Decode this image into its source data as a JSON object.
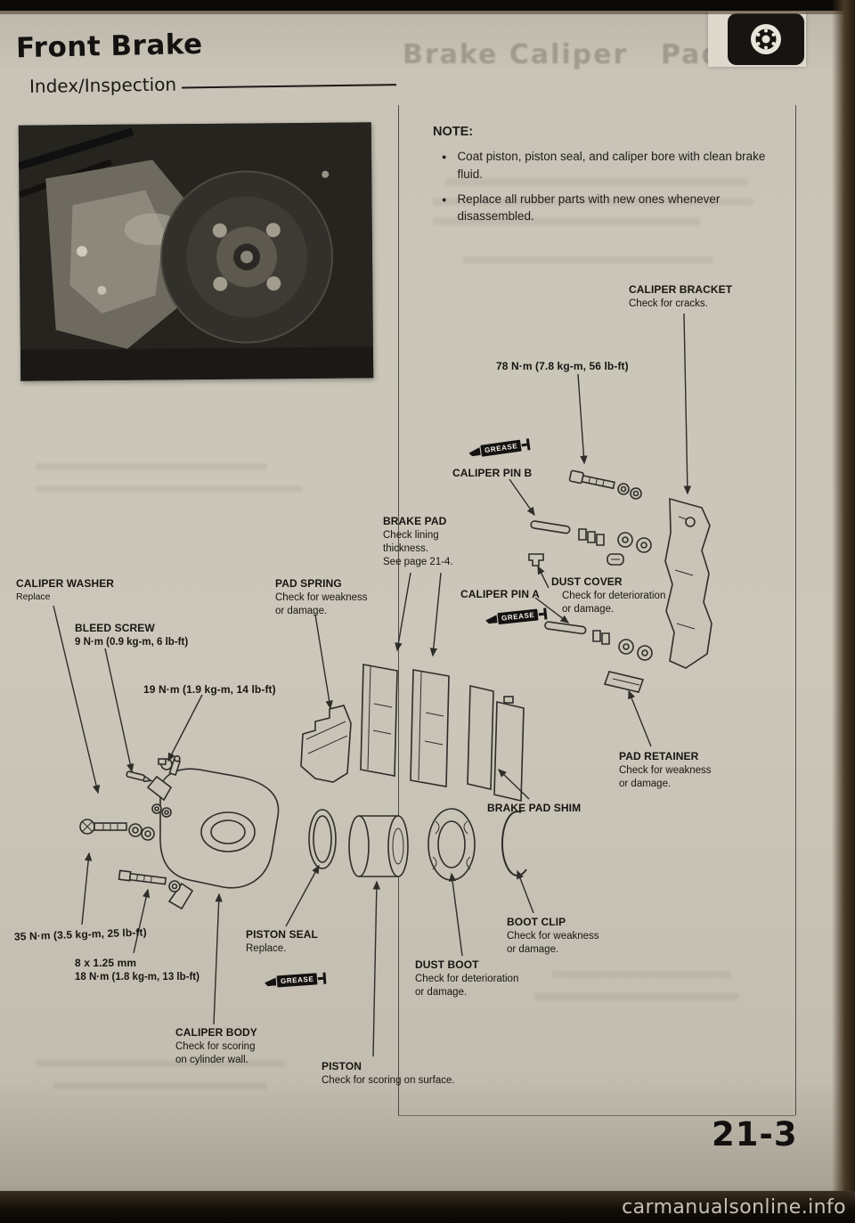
{
  "page": {
    "title": "Front Brake",
    "subtitle": "Index/Inspection",
    "page_number": "21-3",
    "watermark": "carmanualsonline.info"
  },
  "bleedthrough": {
    "line1": "Brake Caliper",
    "line2": "Pad"
  },
  "note": {
    "heading": "NOTE:",
    "items": [
      "Coat piston, piston seal, and caliper bore with clean brake fluid.",
      "Replace all rubber parts with new ones whenever disassembled."
    ]
  },
  "grease_label": "GREASE",
  "labels": [
    {
      "id": "caliper-bracket",
      "title": "CALIPER BRACKET",
      "lines": [
        "Check for cracks."
      ]
    },
    {
      "id": "torque-78",
      "title": "78 N·m (7.8 kg-m, 56 lb-ft)",
      "lines": []
    },
    {
      "id": "caliper-pin-b",
      "title": "CALIPER PIN B",
      "lines": []
    },
    {
      "id": "brake-pad",
      "title": "BRAKE PAD",
      "lines": [
        "Check lining",
        "thickness.",
        "See page 21-4."
      ]
    },
    {
      "id": "dust-cover",
      "title": "DUST COVER",
      "lines": [
        "Check for deterioration",
        "or damage."
      ]
    },
    {
      "id": "caliper-pin-a",
      "title": "CALIPER PIN A",
      "lines": []
    },
    {
      "id": "caliper-washer",
      "title": "CALIPER WASHER",
      "lines": [
        "Replace"
      ]
    },
    {
      "id": "pad-spring",
      "title": "PAD SPRING",
      "lines": [
        "Check for weakness",
        "or damage."
      ]
    },
    {
      "id": "bleed-screw",
      "title": "BLEED SCREW",
      "lines": [
        "9 N·m (0.9 kg-m, 6 lb-ft)"
      ]
    },
    {
      "id": "torque-19",
      "title": "19 N·m (1.9 kg-m, 14 lb-ft)",
      "lines": []
    },
    {
      "id": "pad-retainer",
      "title": "PAD RETAINER",
      "lines": [
        "Check for weakness",
        "or damage."
      ]
    },
    {
      "id": "brake-pad-shim",
      "title": "BRAKE PAD SHIM",
      "lines": []
    },
    {
      "id": "torque-35",
      "title": "35 N·m (3.5 kg-m, 25 lb-ft)",
      "lines": []
    },
    {
      "id": "bolt-spec",
      "title": "8 x 1.25 mm",
      "lines": [
        "18 N·m (1.8 kg-m, 13 lb-ft)"
      ]
    },
    {
      "id": "piston-seal",
      "title": "PISTON SEAL",
      "lines": [
        "Replace."
      ]
    },
    {
      "id": "boot-clip",
      "title": "BOOT CLIP",
      "lines": [
        "Check for weakness",
        "or damage."
      ]
    },
    {
      "id": "dust-boot",
      "title": "DUST BOOT",
      "lines": [
        "Check for deterioration",
        "or damage."
      ]
    },
    {
      "id": "caliper-body",
      "title": "CALIPER BODY",
      "lines": [
        "Check for scoring",
        "on cylinder wall."
      ]
    },
    {
      "id": "piston",
      "title": "PISTON",
      "lines": [
        "Check for scoring on surface."
      ]
    }
  ]
}
